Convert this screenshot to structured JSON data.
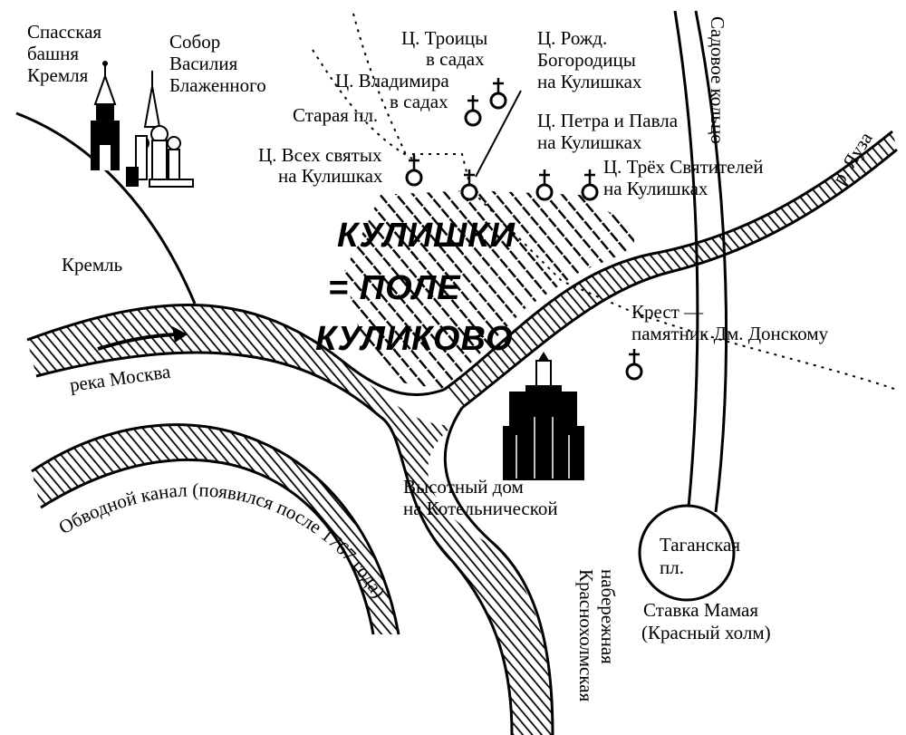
{
  "labels": {
    "spasskaya": [
      "Спасская",
      "башня",
      "Кремля"
    ],
    "vasily": [
      "Собор",
      "Василия",
      "Блаженного"
    ],
    "kremlin": "Кремль",
    "troitsy": [
      "Ц. Троицы",
      "в садах"
    ],
    "vladimira": [
      "Ц. Владимира",
      "в садах"
    ],
    "rozhd": [
      "Ц. Рожд.",
      "Богородицы",
      "на Кулишках"
    ],
    "staraya": "Старая пл.",
    "vsekh": [
      "Ц. Всех святых",
      "на Кулишках"
    ],
    "petra": [
      "Ц. Петра и Павла",
      "на Кулишках"
    ],
    "trekh": [
      "Ц. Трёх Святителей",
      "на Кулишках"
    ],
    "sadovoe": "Садовое кольцо",
    "yauza": "р. Яуза",
    "title": [
      "КУЛИШКИ",
      "= ПОЛЕ",
      "КУЛИКОВО"
    ],
    "krest": [
      "Крест —",
      "памятник Дм. Донскому"
    ],
    "moskva": "река Москва",
    "kotel": [
      "Высотный дом",
      "на Котельнической"
    ],
    "kanal": "Обводной канал (появился после 1767 года)",
    "naberezh": [
      "Краснохолмская",
      "набережная"
    ],
    "taganka": [
      "Таганская",
      "пл."
    ],
    "mamay": [
      "Ставка Мамая",
      "(Красный холм)"
    ]
  },
  "icons": [
    "spasskaya-tower-icon",
    "st-basils-cathedral-icon",
    "church-cross-icon",
    "skyscraper-icon",
    "river-flow-arrow-icon"
  ],
  "colors": {
    "ink": "#000000",
    "paper": "#ffffff"
  }
}
